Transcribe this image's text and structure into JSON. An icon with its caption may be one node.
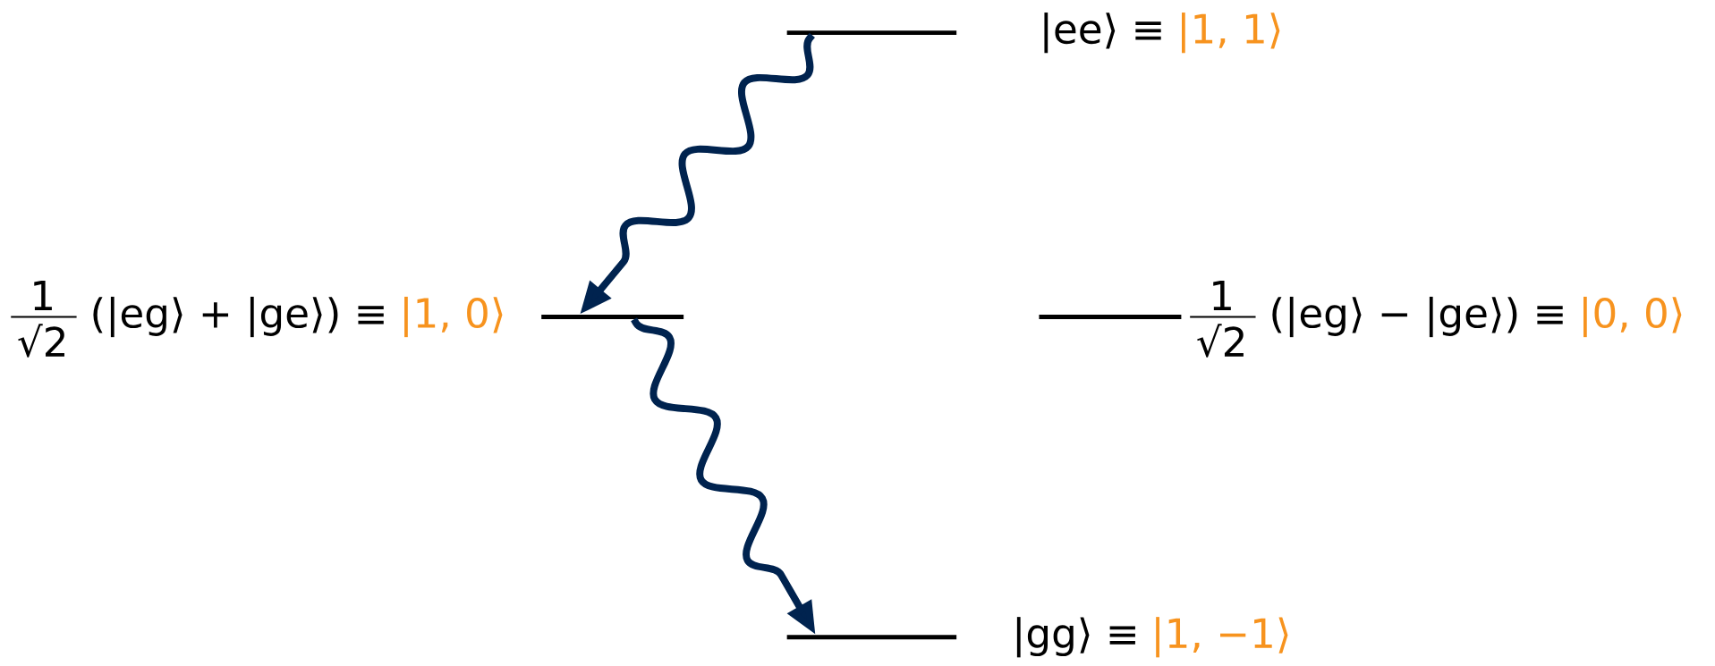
{
  "diagram": {
    "nodes": [
      {
        "text": [],
        "shape": "bar",
        "beside": [
          "|ee⟩ ≡",
          "|1, 1⟩"
        ]
      },
      {
        "text": [],
        "shape": "bar",
        "beside": [
          "1",
          "√2",
          "(|eg⟩ + |ge⟩) ≡",
          "|1, 0⟩"
        ]
      },
      {
        "text": [],
        "shape": "bar",
        "beside": [
          "1",
          "√2",
          "(|eg⟩ − |ge⟩) ≡",
          "|0, 0⟩"
        ]
      },
      {
        "text": [],
        "shape": "bar",
        "beside": [
          "|gg⟩ ≡",
          "|1, −1⟩"
        ]
      }
    ],
    "edges": [
      {
        "from": 0,
        "to": 1,
        "arrow": "to"
      },
      {
        "from": 1,
        "to": 3,
        "arrow": "to"
      }
    ]
  }
}
